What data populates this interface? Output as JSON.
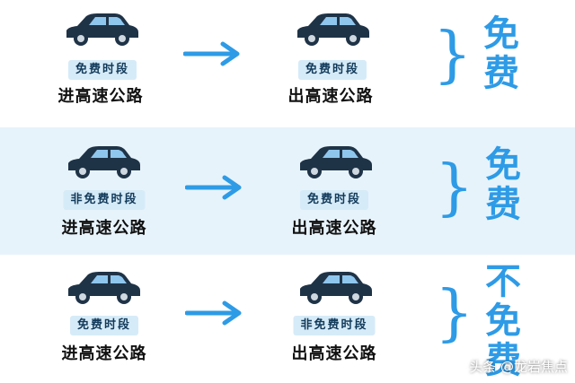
{
  "rows": [
    {
      "left_badge": "免费时段",
      "left_road": "进高速公路",
      "right_badge": "免费时段",
      "right_road": "出高速公路",
      "result": "免费"
    },
    {
      "left_badge": "非免费时段",
      "left_road": "进高速公路",
      "right_badge": "免费时段",
      "right_road": "出高速公路",
      "result": "免费"
    },
    {
      "left_badge": "免费时段",
      "left_road": "进高速公路",
      "right_badge": "非免费时段",
      "right_road": "出高速公路",
      "result": "不免费"
    }
  ],
  "brace_glyph": "}",
  "watermark": "头条 @龙岩焦点",
  "colors": {
    "accent": "#2e9be6",
    "car_body": "#1f3347",
    "badge_bg": "#d6ebf8",
    "stripe_bg": "#e7f3fb"
  },
  "icons": {
    "car": "car-icon",
    "arrow": "arrow-right-icon"
  }
}
